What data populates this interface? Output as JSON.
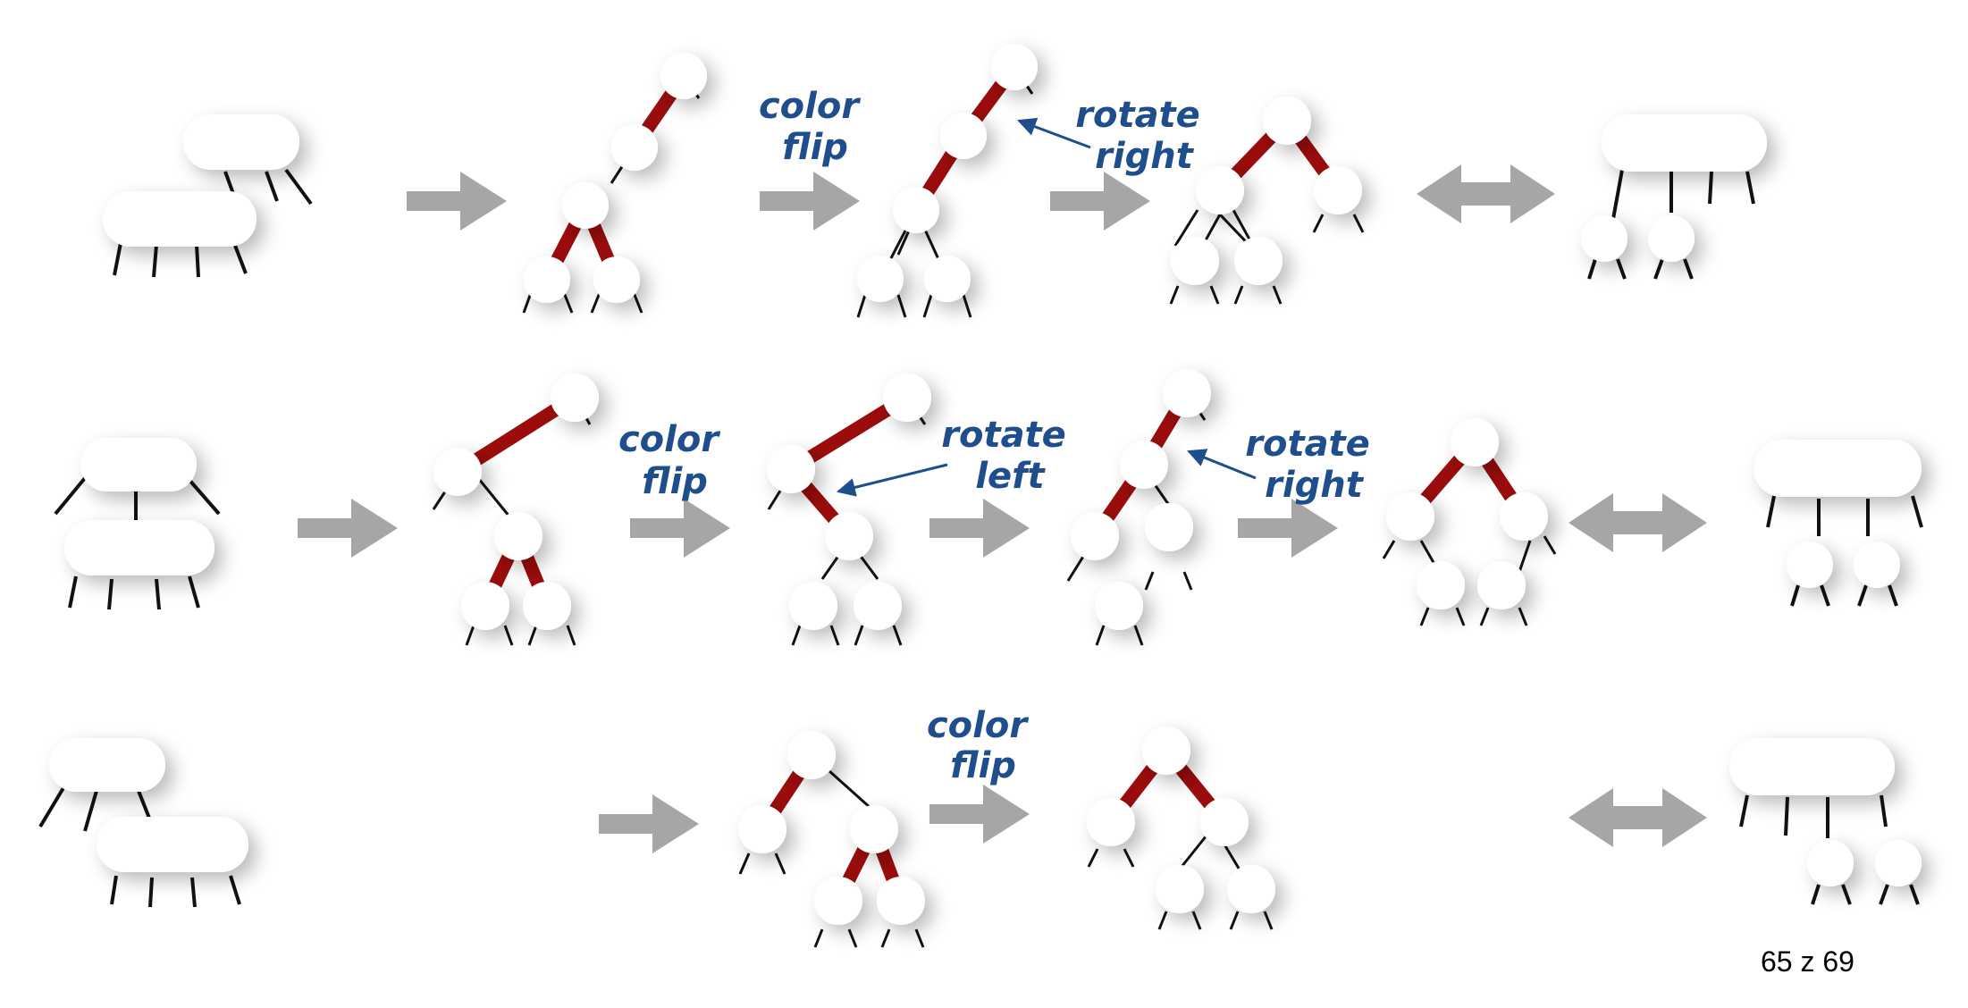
{
  "labels": {
    "color_flip": [
      "color",
      "flip"
    ],
    "rotate_right": [
      "rotate",
      "right"
    ],
    "rotate_left": [
      "rotate",
      "left"
    ]
  },
  "colors": {
    "red_link": "#9b0c0c",
    "arrow": "#a6a6a6",
    "label": "#1f4e8c",
    "node_fill": "#ffffff",
    "link": "#111111"
  },
  "page_number": "65 z 69"
}
